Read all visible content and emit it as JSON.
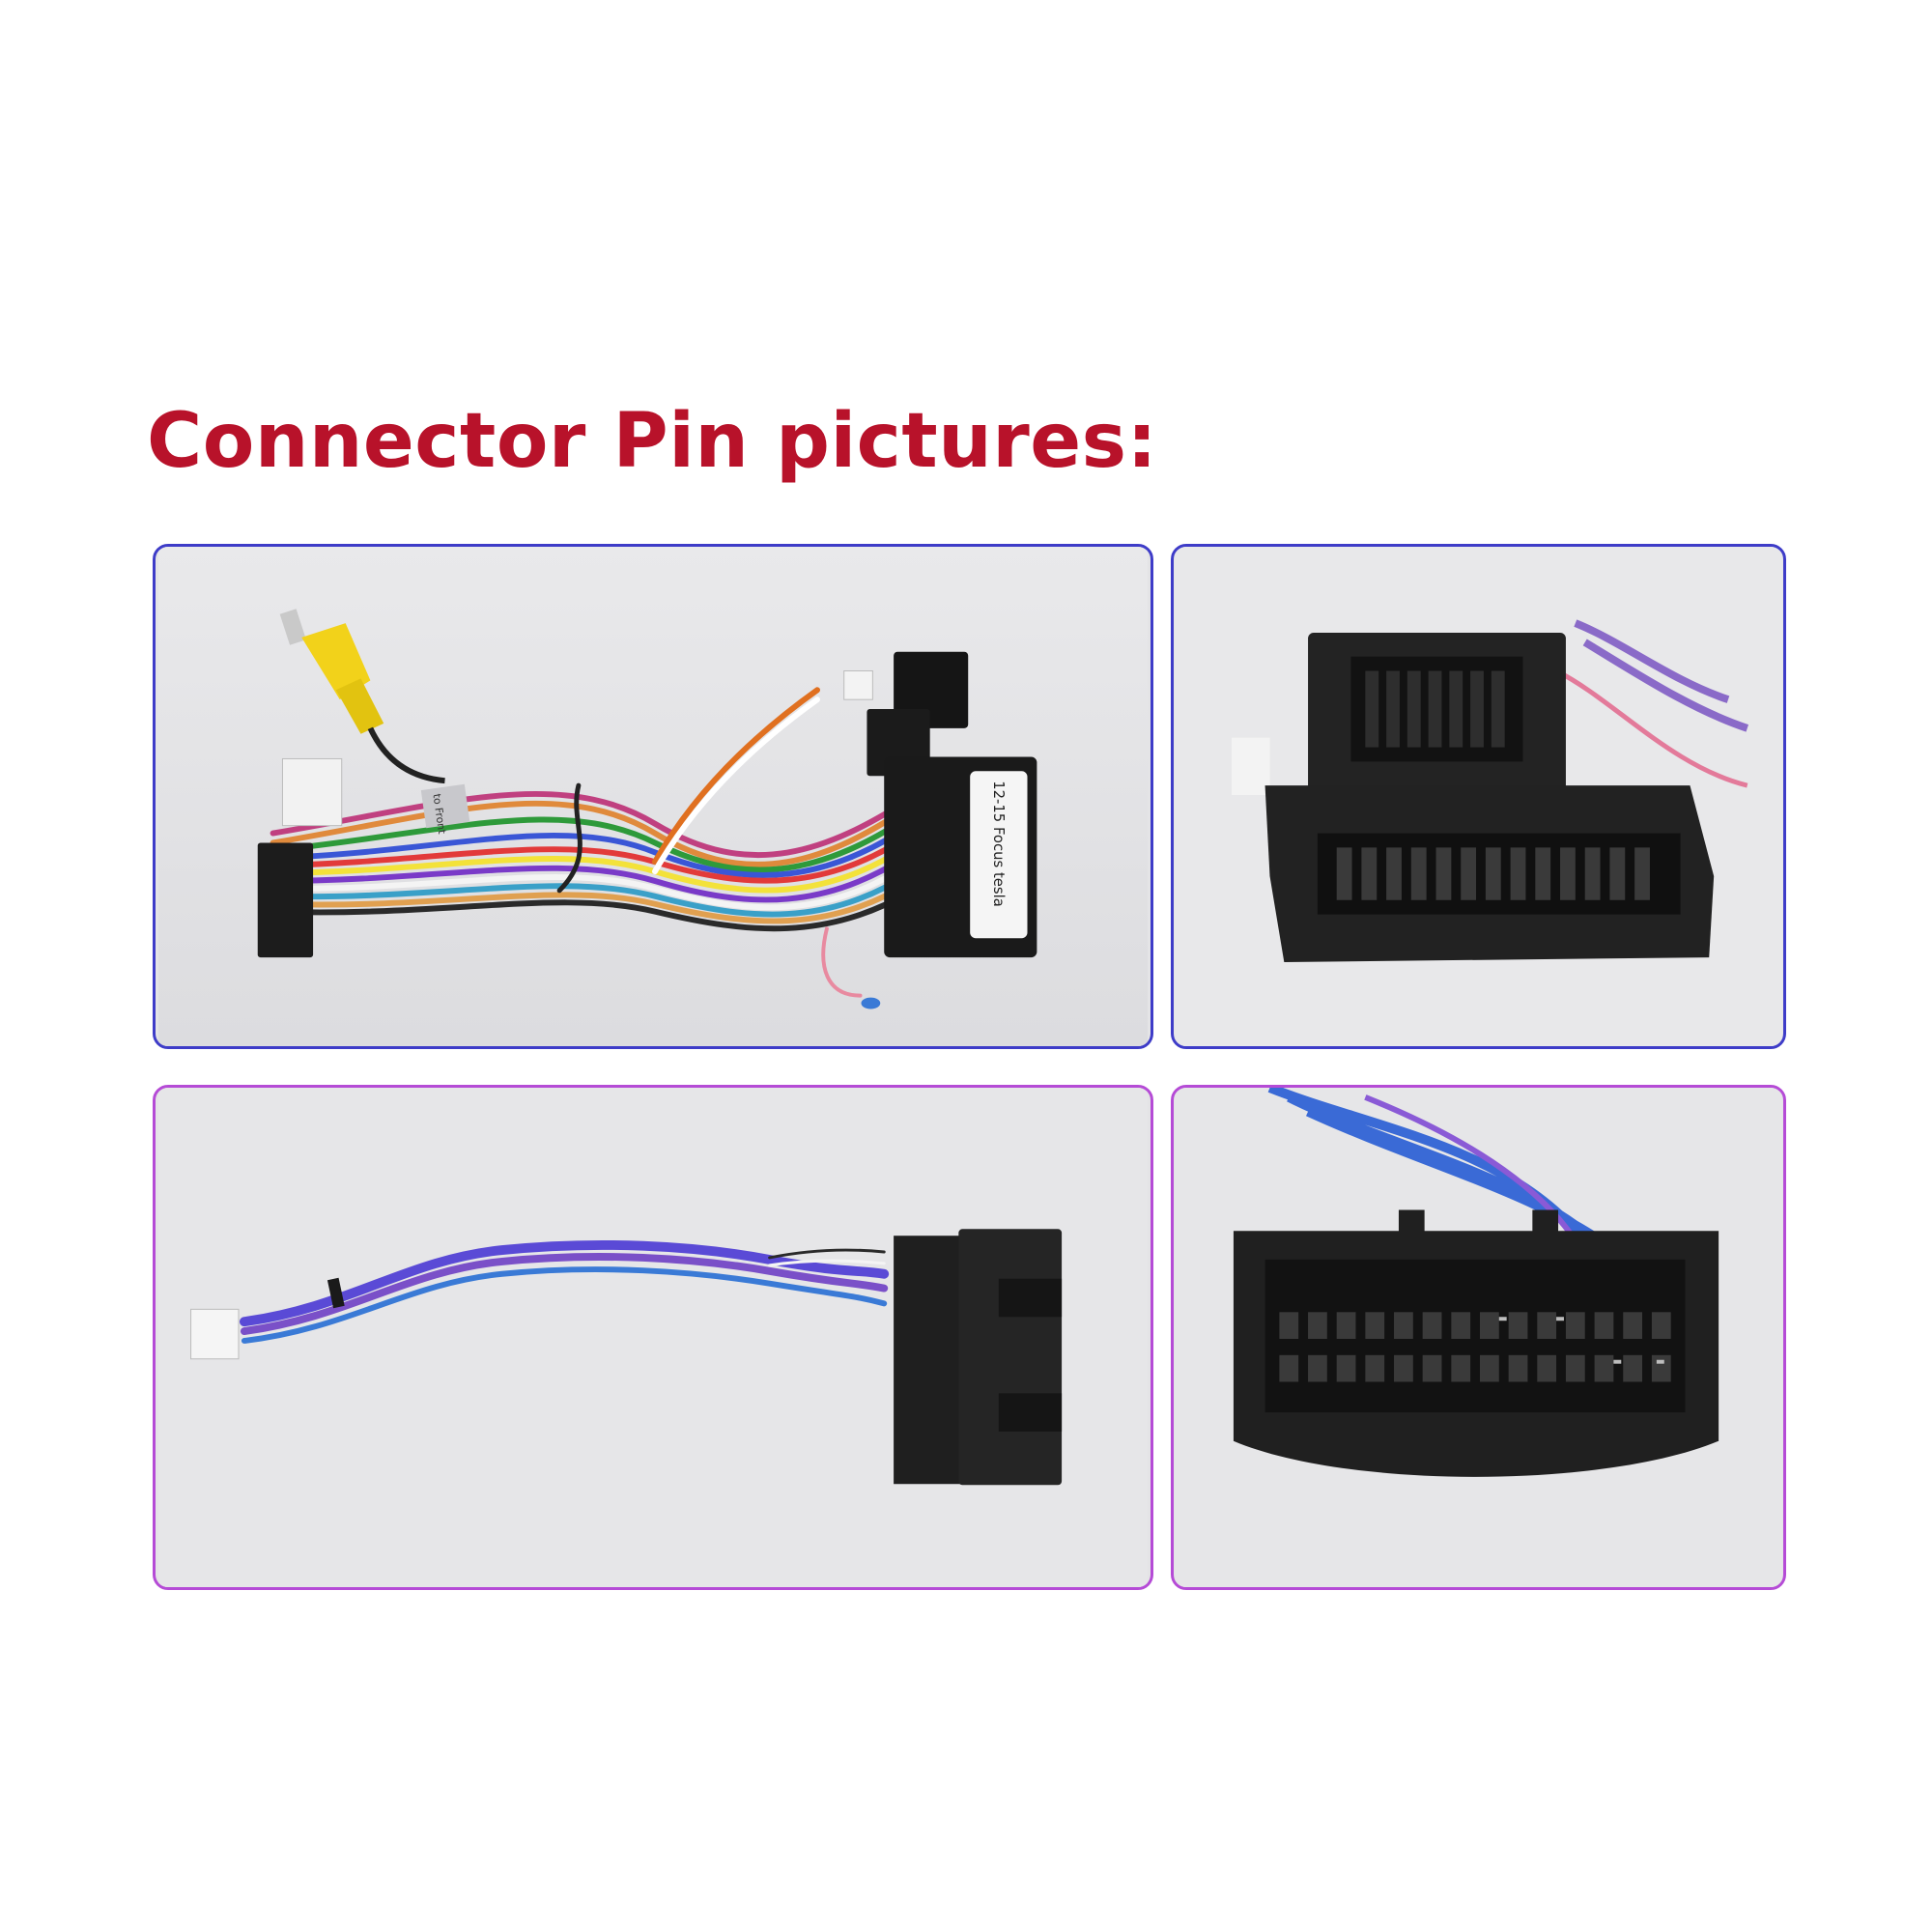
{
  "heading": {
    "text": "Connector Pin pictures:",
    "color": "#b8122a"
  },
  "frame_colors": {
    "top_row": "#3e3cc8",
    "bottom_row": "#b54bd6"
  },
  "photos": {
    "harness_main": {
      "label_text": "12-15 Focus tesla",
      "tag_text": "to Front"
    },
    "connector_main_closeup": {},
    "harness_secondary": {},
    "connector_secondary_closeup": {}
  }
}
